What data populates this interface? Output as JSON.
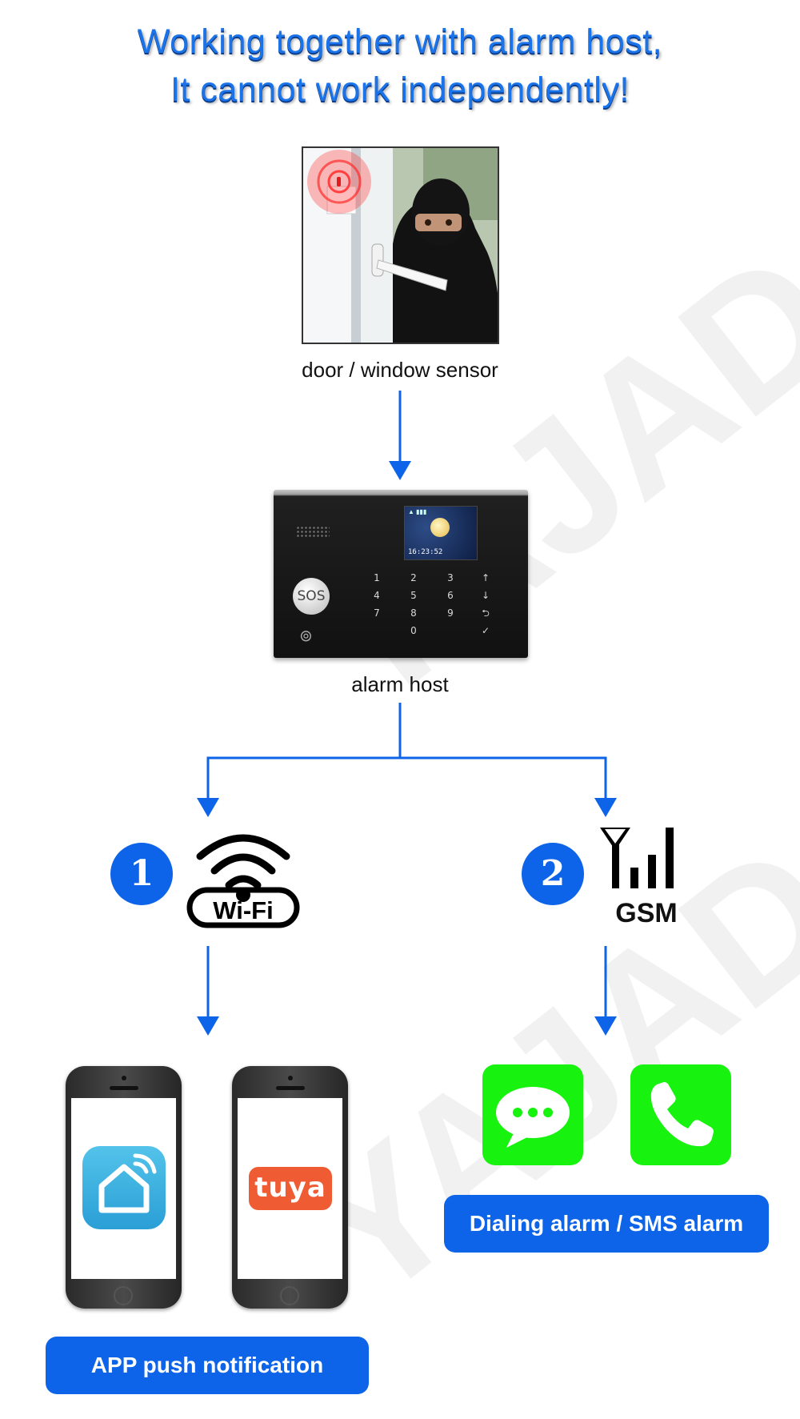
{
  "title": {
    "line1": "Working together with alarm host,",
    "line2": "It cannot work independently!"
  },
  "watermark": "YAJADO",
  "sensor": {
    "caption": "door / window sensor"
  },
  "host": {
    "caption": "alarm host",
    "sos_label": "SOS",
    "clock": "16:23:52",
    "keys": [
      "1",
      "2",
      "3",
      "↑",
      "4",
      "5",
      "6",
      "↓",
      "7",
      "8",
      "9",
      "⮌",
      "0",
      "✓"
    ]
  },
  "branches": [
    {
      "number": "1",
      "icon": "wifi-icon",
      "label": "Wi-Fi"
    },
    {
      "number": "2",
      "icon": "signal-antenna-icon",
      "label": "GSM"
    }
  ],
  "apps": {
    "tuya_label": "tuya"
  },
  "outputs": {
    "app_push": "APP push notification",
    "dial_sms": "Dialing alarm / SMS alarm"
  },
  "colors": {
    "accent_blue": "#0d64e8",
    "title_blue": "#1a73e8",
    "green": "#17f20f",
    "tuya_orange": "#ef5b32",
    "smart_life_blue": "#3ab0e2"
  }
}
